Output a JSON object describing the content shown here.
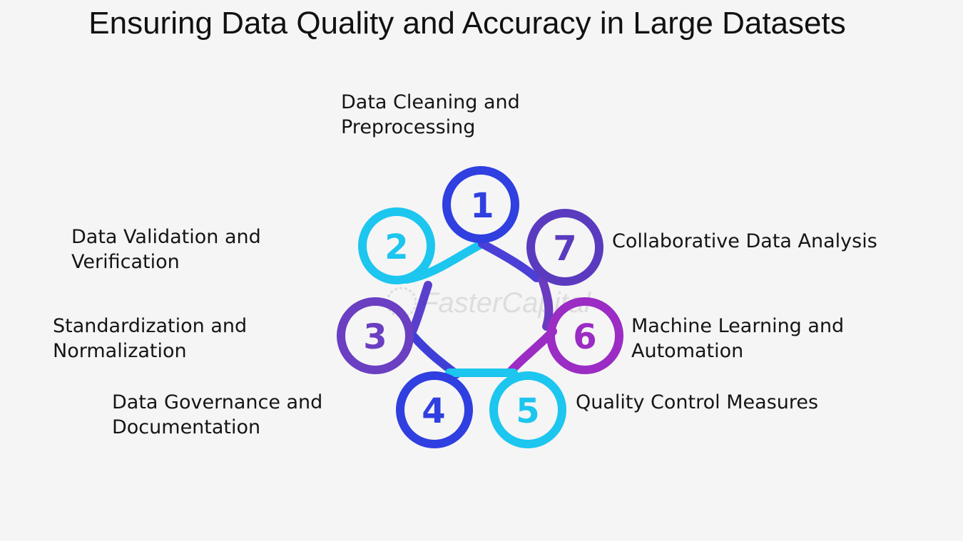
{
  "title": "Ensuring Data Quality and Accuracy in Large Datasets",
  "watermark": "FasterCapital",
  "steps": [
    {
      "number": "1",
      "lines": [
        "Data Cleaning and",
        "Preprocessing"
      ],
      "color": "#2f3fe0"
    },
    {
      "number": "2",
      "lines": [
        "Data Validation and",
        "Verification"
      ],
      "color": "#1cc6ee"
    },
    {
      "number": "3",
      "lines": [
        "Standardization and",
        "Normalization"
      ],
      "color": "#6a3fc2"
    },
    {
      "number": "4",
      "lines": [
        "Data Governance and",
        "Documentation"
      ],
      "color": "#2f3fe0"
    },
    {
      "number": "5",
      "lines": [
        "Quality Control Measures"
      ],
      "color": "#1cc6ee"
    },
    {
      "number": "6",
      "lines": [
        "Machine Learning and",
        "Automation"
      ],
      "color": "#9b2cc4"
    },
    {
      "number": "7",
      "lines": [
        "Collaborative Data Analysis"
      ],
      "color": "#5a3bbf"
    }
  ]
}
